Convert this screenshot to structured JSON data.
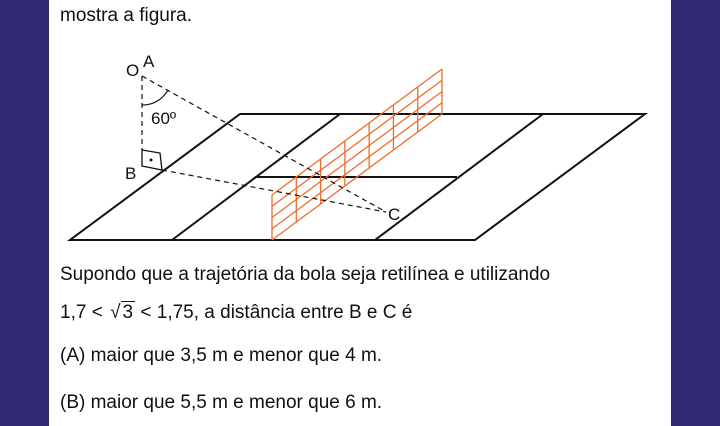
{
  "intro_tail": "mostra a figura.",
  "figure": {
    "label_o": "O",
    "label_a": "A",
    "label_b": "B",
    "label_c": "C",
    "angle": "60º",
    "net_color": "#f26b2a"
  },
  "question": {
    "line1": "Supondo que a trajetória da bola seja retilínea e utilizando",
    "ineq_left": "1,7 <",
    "sqrt_symbol": "√",
    "sqrt_value": "3",
    "ineq_right": "< 1,75, a distância entre B e C é"
  },
  "options": [
    {
      "letter": "(A)",
      "text": "maior que 3,5 m e menor que 4 m."
    },
    {
      "letter": "(B)",
      "text": "maior que 5,5 m e menor que 6 m."
    }
  ],
  "colors": {
    "side_panel": "#302a73"
  }
}
